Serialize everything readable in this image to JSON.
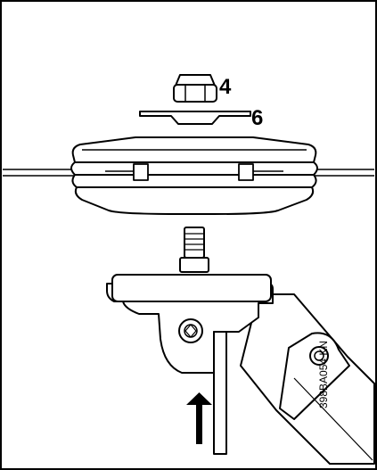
{
  "labels": {
    "part_4": "4",
    "part_6": "6"
  },
  "figure_code": "398BA054 KN"
}
